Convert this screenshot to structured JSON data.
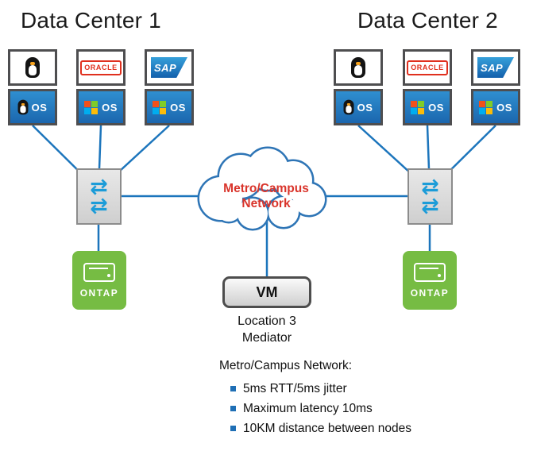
{
  "titles": {
    "dc1": "Data Center 1",
    "dc2": "Data Center 2"
  },
  "cloud": {
    "line1": "Metro/Campus",
    "line2": "Network"
  },
  "vm": {
    "label": "VM",
    "caption_line1": "Location 3",
    "caption_line2": "Mediator"
  },
  "ontap": {
    "label": "ONTAP"
  },
  "servers": {
    "oracle_label": "ORACLE",
    "sap_label": "SAP",
    "os_label": "OS"
  },
  "icons": {
    "switch_arrows": "⇄"
  },
  "notes": {
    "heading": "Metro/Campus Network:",
    "items": [
      "5ms RTT/5ms jitter",
      "Maximum latency 10ms",
      "10KM distance between nodes"
    ]
  },
  "colors": {
    "line_blue": "#1C75BC",
    "cloud_text_red": "#D9342B",
    "ontap_green": "#76BC43",
    "os_blue": "#1B75BC"
  }
}
